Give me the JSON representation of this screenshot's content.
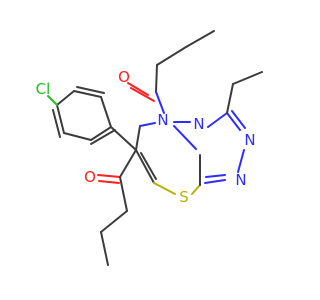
{
  "atoms": {
    "cl": "Cl",
    "o_top": "O",
    "o_left": "O",
    "n_ring": "N",
    "n_bridge": "N",
    "n_right1": "N",
    "n_right2": "N",
    "s": "S"
  }
}
